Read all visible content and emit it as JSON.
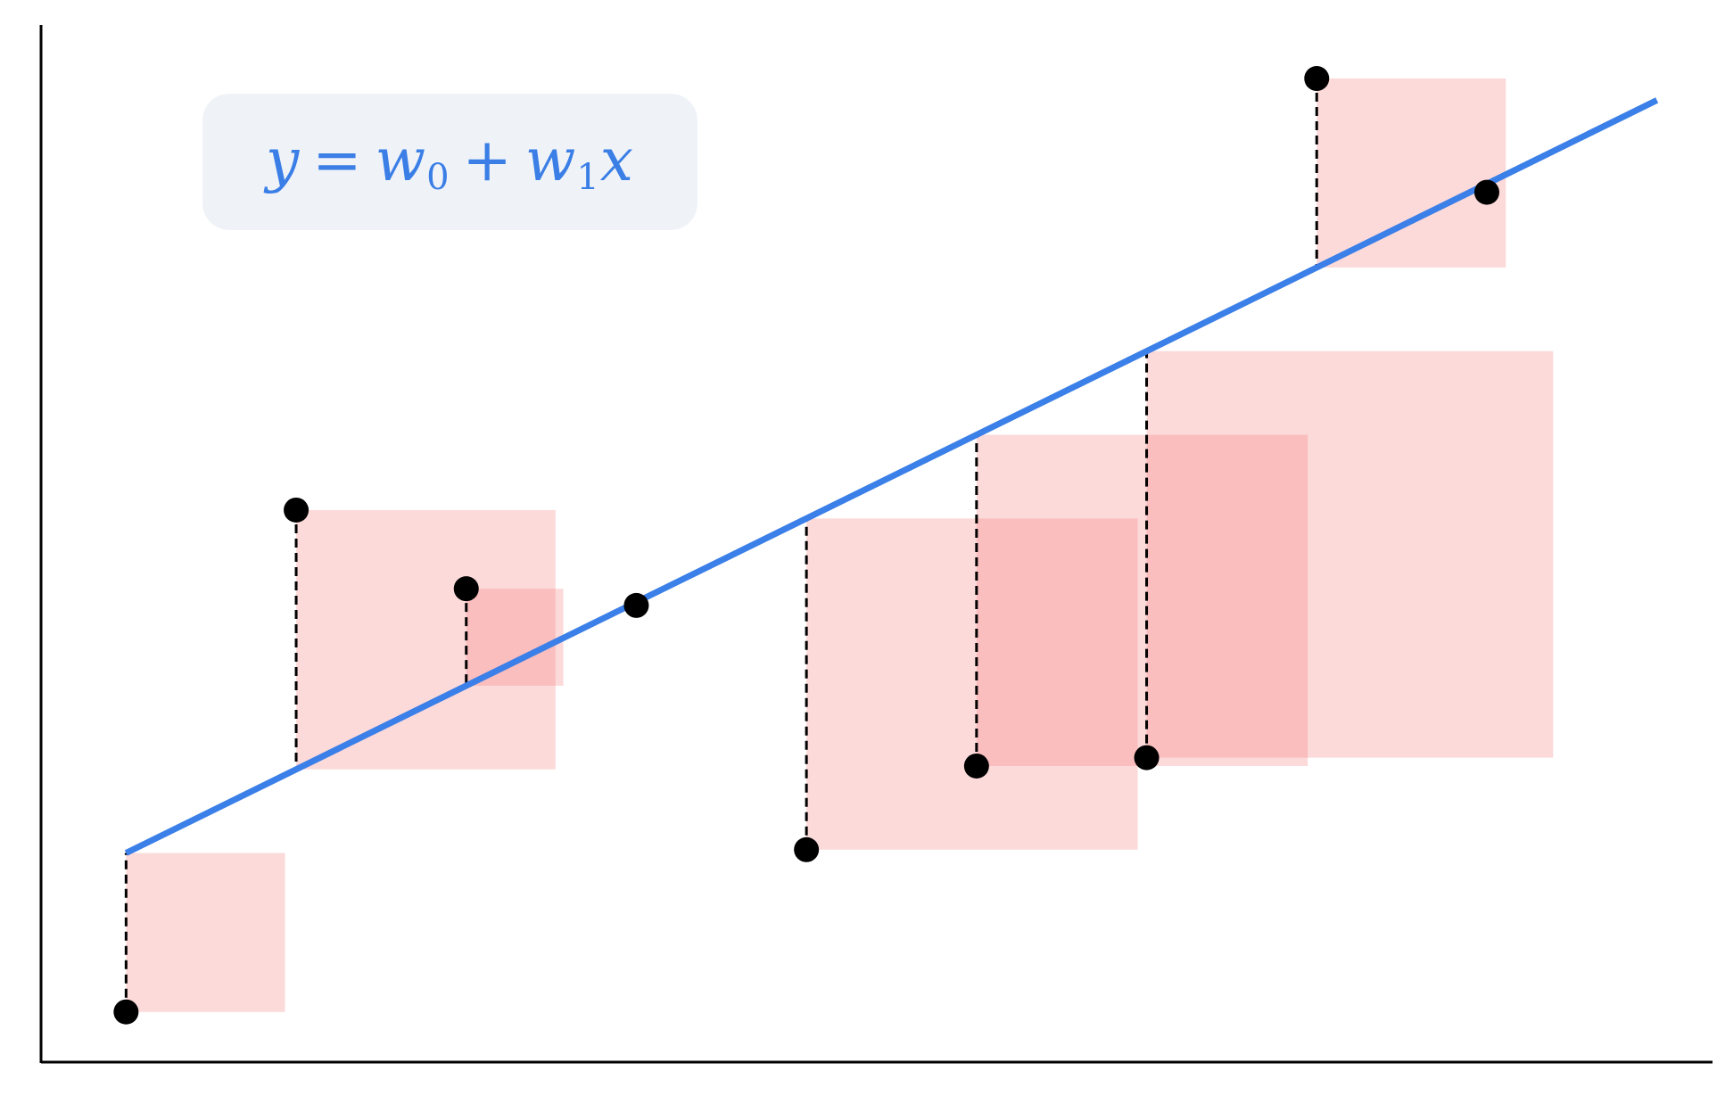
{
  "formula": {
    "y": "y",
    "eq": "=",
    "w0": "w",
    "w0_sub": "0",
    "plus": "+",
    "w1": "w",
    "w1_sub": "1",
    "x": "x"
  },
  "colors": {
    "line": "#3b7fe8",
    "square": "#f46a6a",
    "point": "#000000",
    "axis": "#000000",
    "formula": "#3a7ee6",
    "formula_bg": "#eff3f8"
  },
  "chart_data": {
    "type": "scatter",
    "description_free": true,
    "fit_line": {
      "w0": 1.0,
      "w1": 0.5
    },
    "xlim": [
      0,
      10
    ],
    "ylim": [
      0,
      6.2
    ],
    "points": [
      {
        "x": 0.5,
        "y": 0.3
      },
      {
        "x": 1.5,
        "y": 3.3
      },
      {
        "x": 2.5,
        "y": 2.83
      },
      {
        "x": 3.5,
        "y": 2.73
      },
      {
        "x": 4.5,
        "y": 1.27
      },
      {
        "x": 5.5,
        "y": 1.77
      },
      {
        "x": 6.5,
        "y": 1.82
      },
      {
        "x": 7.5,
        "y": 5.88
      },
      {
        "x": 8.5,
        "y": 5.2
      }
    ]
  }
}
